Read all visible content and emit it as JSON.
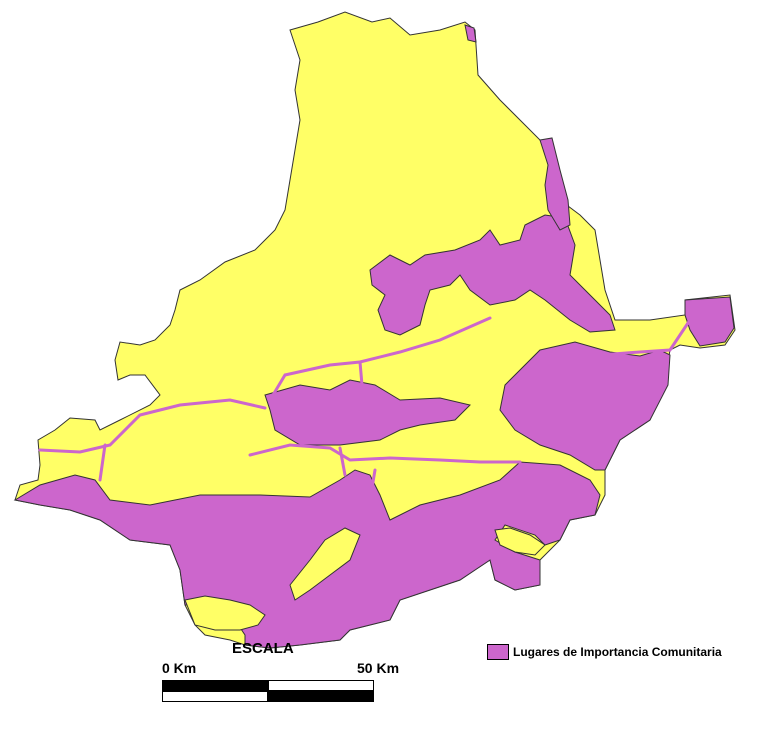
{
  "colors": {
    "region_fill": "#ffff66",
    "lic_fill": "#cc66cc",
    "border": "#333333",
    "scale_dark": "#000000",
    "scale_light": "#ffffff"
  },
  "legend": {
    "label": "Lugares de Importancia Comunitaria"
  },
  "scale": {
    "title": "ESCALA",
    "left_label": "0 Km",
    "right_label": "50 Km"
  }
}
